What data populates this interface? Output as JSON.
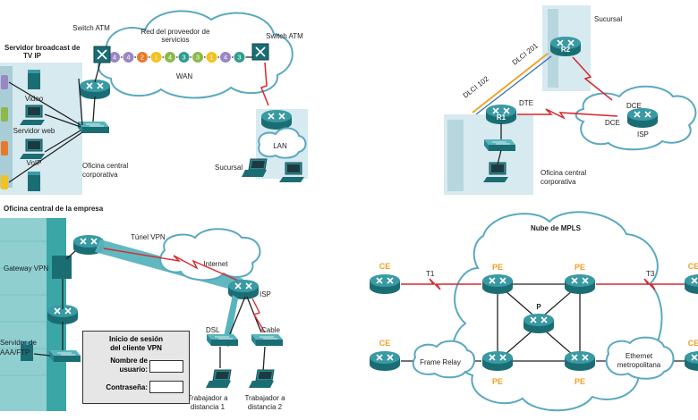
{
  "panel_tl": {
    "switch_left": "Switch ATM",
    "switch_right": "Switch ATM",
    "cloud_title_1": "Red del proveedor de",
    "cloud_title_2": "servicios",
    "wan": "WAN",
    "cells": [
      "4",
      "4",
      "2",
      "1",
      "4",
      "3",
      "3",
      "1",
      "4",
      "3"
    ],
    "cell_colors": [
      "#9b86c4",
      "#9b86c4",
      "#e8792a",
      "#f4c11e",
      "#8db84a",
      "#2e9c8f",
      "#8db84a",
      "#f4c11e",
      "#9b86c4",
      "#2e9c8f"
    ],
    "broadcast_1": "Servidor broadcast de",
    "broadcast_2": "TV IP",
    "video": "Video",
    "web": "Servidor web",
    "voip": "VoIP",
    "office_1": "Oficina central",
    "office_2": "corporativa",
    "lan": "LAN",
    "branch": "Sucursal"
  },
  "panel_tr": {
    "branch": "Sucursal",
    "r2": "R2",
    "dlci201": "DLCI 201",
    "dlci102": "DLCI 102",
    "dte": "DTE",
    "r1": "R1",
    "dce1": "DCE",
    "dce2": "DCE",
    "isp": "ISP",
    "office_1": "Oficina central",
    "office_2": "corporativa"
  },
  "panel_bl": {
    "title": "Oficina central de la empresa",
    "tunnel": "Túnel VPN",
    "internet": "Internet",
    "isp": "ISP",
    "gateway": "Gateway VPN",
    "server_1": "Servidor de",
    "server_2": "AAA/FTP",
    "dsl": "DSL",
    "cable": "Cable",
    "worker1_1": "Trabajador a",
    "worker1_2": "distancia 1",
    "worker2_1": "Trabajador a",
    "worker2_2": "distancia 2",
    "login_title_1": "Inicio de sesión",
    "login_title_2": "del cliente VPN",
    "user_label_1": "Nombre de",
    "user_label_2": "usuario:",
    "password_label": "Contraseña:",
    "user_value": "",
    "password_value": ""
  },
  "panel_br": {
    "cloud": "Nube de MPLS",
    "ce": "CE",
    "pe": "PE",
    "p": "P",
    "t1": "T1",
    "t3": "T3",
    "frame_relay": "Frame Relay",
    "metro_1": "Ethernet",
    "metro_2": "metropolitana"
  }
}
